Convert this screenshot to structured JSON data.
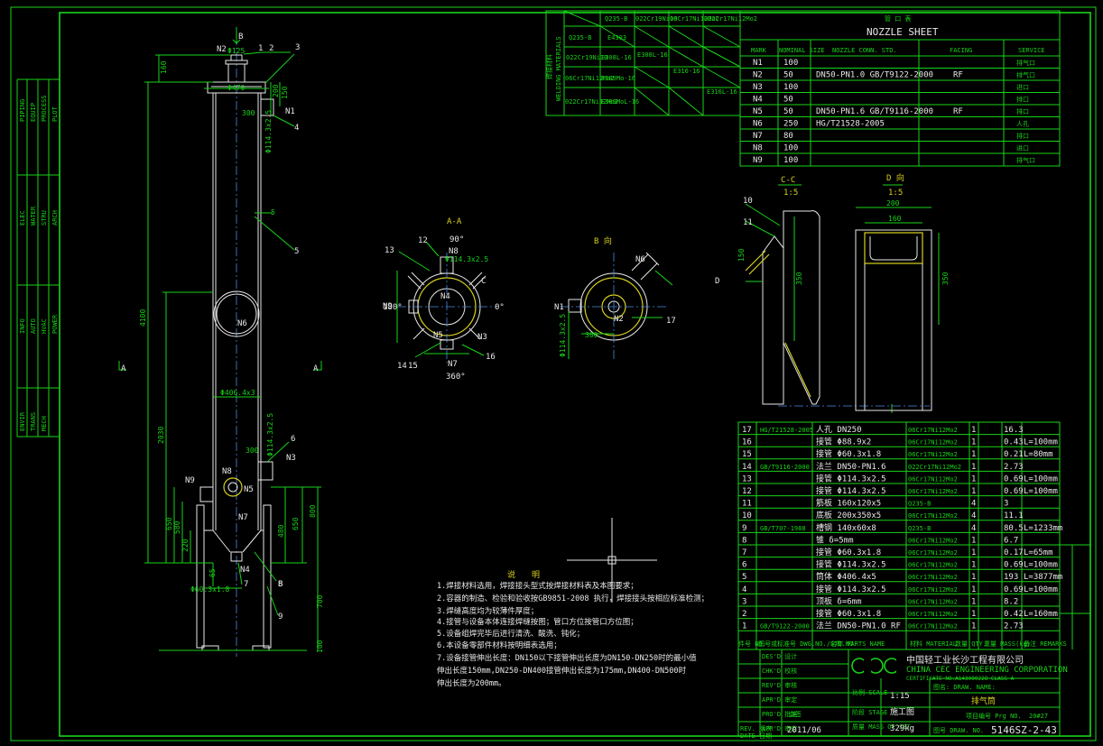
{
  "side_labels": [
    "PIPING",
    "EQUIP",
    "PROCESS",
    "PLOT",
    "ELEC",
    "WATER",
    "STRU",
    "ARCH",
    "INFO",
    "AUTO",
    "HVAC",
    "POWER",
    "ENVIR",
    "TRANS",
    "MECH"
  ],
  "welding": {
    "title": "焊接材料",
    "subtitle": "WELDING MATERIALS",
    "col_headers": [
      "Q235-B",
      "022Cr19Ni10",
      "06Cr17Ni12Mo2",
      "022Cr17Ni12Mo2"
    ],
    "rows": [
      [
        "Q235-B",
        "E4303",
        "",
        ""
      ],
      [
        "022Cr19Ni10",
        "E308L-16",
        "E308L-16",
        ""
      ],
      [
        "06Cr17Ni12Mo2",
        "E309Mo-16",
        "",
        "E316-16"
      ],
      [
        "022Cr17Ni12Mo2",
        "E309MoL-16",
        "",
        "E316L-16"
      ]
    ]
  },
  "nozzle": {
    "title_cn": "管 口 表",
    "title": "NOZZLE SHEET",
    "headers": [
      "MARK",
      "NOMINAL SIZE",
      "NOZZLE CONN. STD.",
      "FACING",
      "SERVICE"
    ],
    "rows": [
      [
        "N1",
        "100",
        "",
        "",
        "排气口"
      ],
      [
        "N2",
        "50",
        "DN50-PN1.0 GB/T9122-2000",
        "RF",
        "排气口"
      ],
      [
        "N3",
        "100",
        "",
        "",
        "进口"
      ],
      [
        "N4",
        "50",
        "",
        "",
        "排口"
      ],
      [
        "N5",
        "50",
        "DN50-PN1.6 GB/T9116-2000",
        "RF",
        "排口"
      ],
      [
        "N6",
        "250",
        "HG/T21528-2005",
        "",
        "人孔"
      ],
      [
        "N7",
        "80",
        "",
        "",
        "排口"
      ],
      [
        "N8",
        "100",
        "",
        "",
        "进口"
      ],
      [
        "N9",
        "100",
        "",
        "",
        "排气口"
      ]
    ]
  },
  "views": {
    "aa_title": "A-A",
    "b_title": "B 向",
    "cc_title": "C-C",
    "cc_scale": "1:5",
    "d_title": "D 向",
    "d_scale": "1:5",
    "angles": [
      "90°",
      "0°",
      "180°",
      "360°"
    ],
    "section_marks": [
      "A",
      "A",
      "B",
      "C",
      "D"
    ]
  },
  "dims": {
    "main": [
      "Φ470",
      "Φ406.4x3",
      "Φ114.3x2.5",
      "Φ60.3x1.8",
      "4100",
      "2030",
      "650",
      "800",
      "700",
      "100",
      "160",
      "200",
      "300",
      "150",
      "580",
      "480",
      "220",
      "65",
      "Φ125"
    ],
    "cc": [
      "350",
      "200",
      "160",
      "150",
      "350"
    ]
  },
  "leaders": [
    "1",
    "2",
    "3",
    "4",
    "5",
    "6",
    "7",
    "8",
    "9",
    "10",
    "11",
    "12",
    "13",
    "14",
    "15",
    "16",
    "17"
  ],
  "nozzle_tags": [
    "N1",
    "N2",
    "N3",
    "N4",
    "N5",
    "N6",
    "N7",
    "N8",
    "N9"
  ],
  "notes": {
    "title": "说　　明",
    "lines": [
      "1.焊接材料选用，焊接接头型式按焊接材料表及本图要求；",
      "2.容器的制造、检验和验收按GB9851-2008 执行，焊接接头按相应标准检测；",
      "3.焊缝高度均为较薄件厚度；",
      "4.接管与设备本体连接焊缝按图；管口方位按管口方位图；",
      "5.设备组焊完毕后进行清洗、酸洗、钝化；",
      "6.本设备零部件材料按明细表选用；",
      "7.设备接管伸出长度：DN150以下接管伸出长度为DN150-DN250时的最小值",
      "  伸出长度150mm,DN250-DN400接管伸出长度为175mm,DN400-DN500时",
      "  伸出长度为200mm。"
    ]
  },
  "bom": {
    "rows": [
      [
        "17",
        "HG/T21528-2005",
        "人孔 DN250",
        "06Cr17Ni12Mo2",
        "1",
        "16.3",
        ""
      ],
      [
        "16",
        "",
        "接管 Φ88.9x2",
        "06Cr17Ni12Mo2",
        "1",
        "0.43",
        "L=100mm"
      ],
      [
        "15",
        "",
        "接管 Φ60.3x1.8",
        "06Cr17Ni12Mo2",
        "1",
        "0.21",
        "L=80mm"
      ],
      [
        "14",
        "GB/T9116-2000",
        "法兰 DN50-PN1.6",
        "022Cr17Ni12Mo2",
        "1",
        "2.73",
        ""
      ],
      [
        "13",
        "",
        "接管 Φ114.3x2.5",
        "06Cr17Ni12Mo2",
        "1",
        "0.69",
        "L=100mm"
      ],
      [
        "12",
        "",
        "接管 Φ114.3x2.5",
        "06Cr17Ni12Mo2",
        "1",
        "0.69",
        "L=100mm"
      ],
      [
        "11",
        "",
        "筋板 160x120x5",
        "Q235-B",
        "4",
        "3",
        ""
      ],
      [
        "10",
        "",
        "底板 200x350x5",
        "06Cr17Ni12Mo2",
        "4",
        "11.1",
        ""
      ],
      [
        "9",
        "GB/T707-1988",
        "槽钢 140x60x8",
        "Q235-B",
        "4",
        "80.5",
        "L=1233mm"
      ],
      [
        "8",
        "",
        "锥 δ=5mm",
        "06Cr17Ni12Mo2",
        "1",
        "6.7",
        ""
      ],
      [
        "7",
        "",
        "接管 Φ60.3x1.8",
        "06Cr17Ni12Mo2",
        "1",
        "0.17",
        "L=65mm"
      ],
      [
        "6",
        "",
        "接管 Φ114.3x2.5",
        "06Cr17Ni12Mo2",
        "1",
        "0.69",
        "L=100mm"
      ],
      [
        "5",
        "",
        "筒体 Φ406.4x5",
        "06Cr17Ni12Mo2",
        "1",
        "193",
        "L=3877mm"
      ],
      [
        "4",
        "",
        "接管 Φ114.3x2.5",
        "06Cr17Ni12Mo2",
        "1",
        "0.69",
        "L=100mm"
      ],
      [
        "3",
        "",
        "顶板 δ=6mm",
        "06Cr17Ni12Mo2",
        "1",
        "8.2",
        ""
      ],
      [
        "2",
        "",
        "接管 Φ60.3x1.8",
        "06Cr17Ni12Mo2",
        "1",
        "0.42",
        "L=160mm"
      ],
      [
        "1",
        "GB/T9122-2000",
        "法兰 DN50-PN1.0 RF",
        "06Cr17Ni12Mo2",
        "1",
        "2.73",
        ""
      ]
    ],
    "header": [
      "件号 NO.",
      "图号或标准号 DWG.NO./STD.NO.",
      "名称 PARTS NAME",
      "材料 MATERIAL",
      "数量 QTY.",
      "重量 MASS(kg)",
      "备注 REMARKS"
    ]
  },
  "title_block": {
    "roles": [
      "DES'D 设计",
      "CHK'D 校核",
      "REV'D 审核",
      "APR'D 审定",
      "PRO'D 批准",
      "APR'D 审定"
    ],
    "role_names": [
      "",
      "",
      "",
      "",
      "会签",
      ""
    ],
    "rev_label": "REV. 版次",
    "date_label": "DATE 日期",
    "date": "2011/06",
    "company_cn": "中国轻工业长沙工程有限公司",
    "company_en": "CHINA CEC ENGINEERING CORPORATION",
    "certificate": "CERTIFICATE NO.A143000228 CLASS A",
    "scale_label": "比例 SCALE",
    "scale": "1:15",
    "stage_label": "阶段 STAGE",
    "stage": "施工图",
    "mass_label": "质量 MASS OF SET",
    "mass": "329kg",
    "name_label": "图名: DRAW. NAME:",
    "name": "排气筒",
    "project_label": "项目编号 Prg NO.",
    "project_no": "20#27",
    "drawno_label": "图号 DRAW. NO.",
    "drawno": "5146SZ-2-43"
  }
}
